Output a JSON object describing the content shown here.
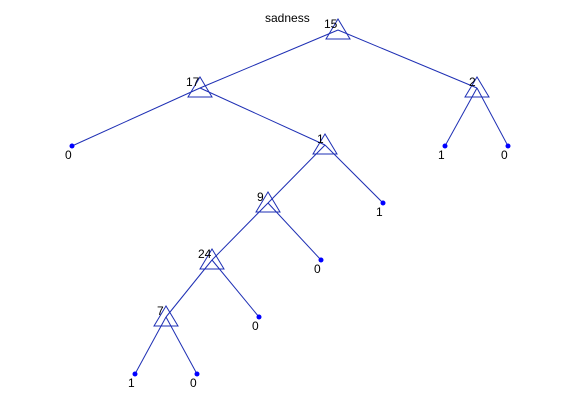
{
  "title": "sadness",
  "colors": {
    "edge": "#1e2fb4",
    "node_outline": "#1e2fb4",
    "leaf": "#0000ff",
    "text": "#000000",
    "background": "#ffffff"
  },
  "tree": {
    "internal_nodes": [
      {
        "id": "n1",
        "label": "15",
        "parent": null
      },
      {
        "id": "n2",
        "label": "17",
        "parent": "n1"
      },
      {
        "id": "n3",
        "label": "2",
        "parent": "n1"
      },
      {
        "id": "n4",
        "label": "1",
        "parent": "n2"
      },
      {
        "id": "n5",
        "label": "9",
        "parent": "n4"
      },
      {
        "id": "n6",
        "label": "24",
        "parent": "n5"
      },
      {
        "id": "n7",
        "label": "7",
        "parent": "n6"
      }
    ],
    "leaf_nodes": [
      {
        "id": "l1",
        "label": "0",
        "parent": "n2"
      },
      {
        "id": "l2",
        "label": "1",
        "parent": "n3"
      },
      {
        "id": "l3",
        "label": "0",
        "parent": "n3"
      },
      {
        "id": "l4",
        "label": "1",
        "parent": "n4"
      },
      {
        "id": "l5",
        "label": "0",
        "parent": "n5"
      },
      {
        "id": "l6",
        "label": "0",
        "parent": "n6"
      },
      {
        "id": "l7",
        "label": "1",
        "parent": "n7"
      },
      {
        "id": "l8",
        "label": "0",
        "parent": "n7"
      }
    ]
  }
}
